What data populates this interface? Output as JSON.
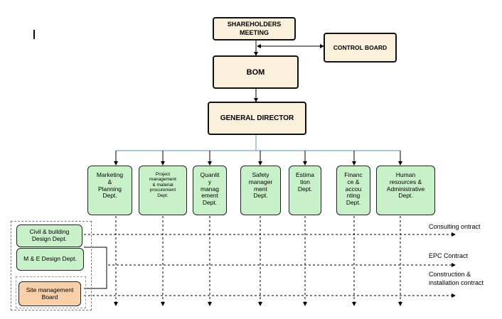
{
  "chart_title": "",
  "nodes": {
    "shareholders": "SHAREHOLDERS\nMEETING",
    "control_board": "CONTROL BOARD",
    "bom": "BOM",
    "general_director": "GENERAL DIRECTOR"
  },
  "departments": [
    {
      "id": "marketing",
      "label": "Marketing\n&\nPlanning\nDept."
    },
    {
      "id": "project",
      "label": "Project\nmanagement\n& material\nprocurement\nDept."
    },
    {
      "id": "quality",
      "label": "Quanlit\ny\nmanag\nement\nDept."
    },
    {
      "id": "safety",
      "label": "Safety\nmanager\nment\nDept."
    },
    {
      "id": "estimation",
      "label": "Estima\ntion\nDept."
    },
    {
      "id": "finance",
      "label": "Financ\nce &\naccou\nnting\nDept."
    },
    {
      "id": "hr",
      "label": "Human\nresources &\nAdministrative\nDept."
    }
  ],
  "side_units": {
    "civil": "Civil & building\nDesign Dept.",
    "me": "M & E Design Dept.",
    "site": "Site management\nBoard"
  },
  "contracts": {
    "consulting": "Consulting  ontract",
    "epc": "EPC Contract",
    "construction": "Construction  &\ninstallation  contract"
  },
  "colors": {
    "top_fill": "#fbf0dc",
    "dept_fill": "#c9f1c9",
    "site_fill": "#f8cfa9",
    "connector_blue": "#5b8fc4"
  }
}
